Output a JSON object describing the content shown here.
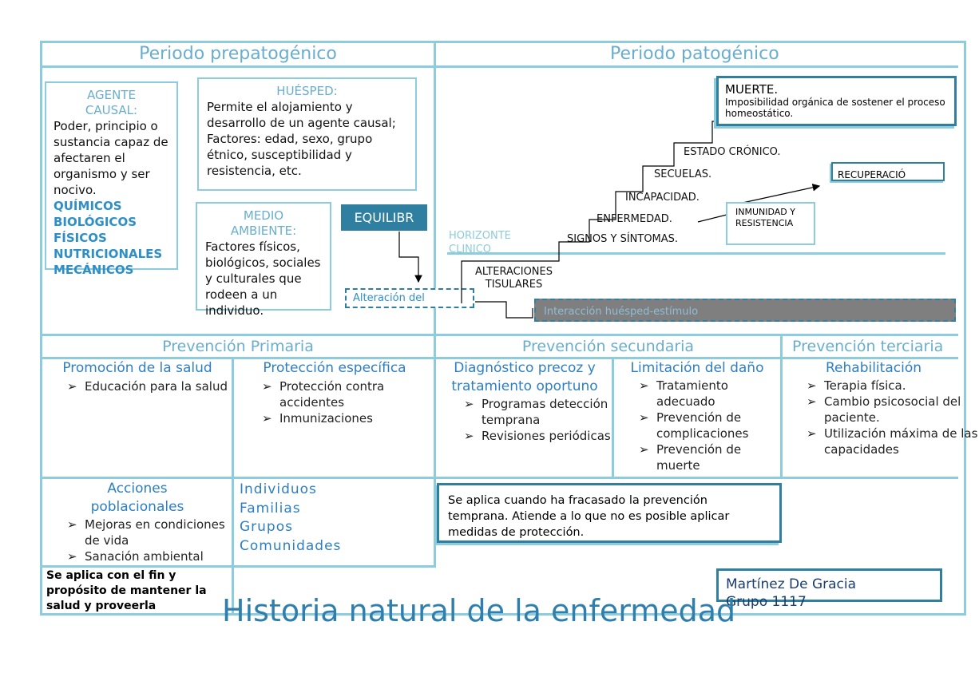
{
  "headers": {
    "prepatogenico": "Periodo prepatogénico",
    "patogenico": "Periodo patogénico",
    "primaria": "Prevención Primaria",
    "secundaria": "Prevención secundaria",
    "terciaria": "Prevención terciaria"
  },
  "agente": {
    "title": "AGENTE CAUSAL:",
    "text": "Poder, principio o sustancia capaz de afectaren el organismo y ser nocivo.",
    "types": [
      "QUÍMICOS",
      "BIOLÓGICOS",
      "FÍSICOS",
      "NUTRICIONALES",
      "MECÁNICOS"
    ]
  },
  "huesped": {
    "title": "HUÉSPED:",
    "text": "Permite el alojamiento y desarrollo de un agente causal; Factores: edad, sexo, grupo étnico, susceptibilidad y resistencia, etc."
  },
  "medio": {
    "title": "MEDIO AMBIENTE:",
    "text": "Factores físicos, biológicos, sociales y culturales que rodeen a un individuo."
  },
  "equilibrio": "EQUILIBR",
  "alteracion": "Alteración del",
  "interaccion": "Interacción huésped-estímulo",
  "horizonte": "HORIZONTE CLINICO",
  "stairs": {
    "alteraciones": "ALTERACIONES TISULARES",
    "signos": "SIGNOS Y SÍNTOMAS.",
    "enfermedad": "ENFERMEDAD.",
    "incapacidad": "INCAPACIDAD.",
    "secuelas": "SECUELAS.",
    "cronico": "ESTADO CRÓNICO."
  },
  "muerte": {
    "title": "MUERTE.",
    "text": "Imposibilidad orgánica de sostener el proceso homeostático."
  },
  "recuperacion": "RECUPERACIÓ",
  "inmunidad": "INMUNIDAD Y RESISTENCIA",
  "promocion": {
    "title": "Promoción de la salud",
    "items": [
      "Educación para la salud"
    ]
  },
  "proteccion": {
    "title": "Protección específica",
    "items": [
      "Protección contra accidentes",
      "Inmunizaciones"
    ]
  },
  "diagnostico": {
    "title": "Diagnóstico precoz y tratamiento oportuno",
    "items": [
      "Programas detección temprana",
      "Revisiones periódicas"
    ]
  },
  "limitacion": {
    "title": "Limitación del daño",
    "items": [
      "Tratamiento adecuado",
      "Prevención de complicaciones",
      "Prevención de muerte"
    ]
  },
  "rehabilitacion": {
    "title": "Rehabilitación",
    "items": [
      "Terapia física.",
      "Cambio psicosocial del paciente.",
      "Utilización máxima de las capacidades"
    ]
  },
  "acciones": {
    "title": "Acciones poblacionales",
    "items": [
      "Mejoras en condiciones de vida",
      "Sanación ambiental"
    ]
  },
  "grupos": [
    "Individuos",
    "Familias",
    "Grupos",
    "Comunidades"
  ],
  "secundaria_note": "Se aplica cuando ha fracasado la prevención temprana. Atiende a lo que no es posible aplicar medidas de protección.",
  "primaria_note": "Se aplica con el fin y propósito de mantener la salud y proveerla",
  "main_title": "Historia natural de la enfermedad",
  "author": {
    "name": "Martínez De Gracia",
    "group": "Grupo 1117"
  },
  "colors": {
    "frame": "#8dccdc",
    "heading": "#6aaecd",
    "accent": "#2e8fc7",
    "dark_teal": "#2e7fa0",
    "gray_band": "#7f7f7f"
  }
}
